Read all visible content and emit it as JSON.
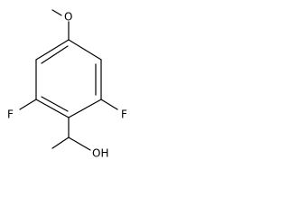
{
  "molecule": {
    "atoms": {
      "oxygen_methoxy": "O",
      "fluorine_left": "F",
      "fluorine_right": "F",
      "hydroxyl": "OH"
    }
  }
}
